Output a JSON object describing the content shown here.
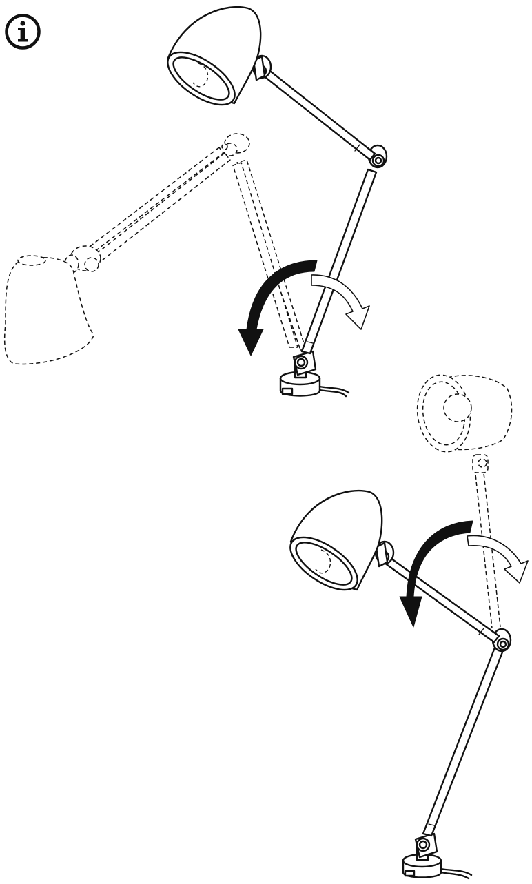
{
  "diagram": {
    "badge_icon": "info-icon",
    "steps": [
      {
        "name": "rotate-lamp-base-pivot",
        "arrow": "counterclockwise"
      },
      {
        "name": "rotate-lamp-middle-joint",
        "arrow": "counterclockwise"
      }
    ],
    "colors": {
      "ink": "#111111",
      "paper": "#ffffff"
    }
  }
}
